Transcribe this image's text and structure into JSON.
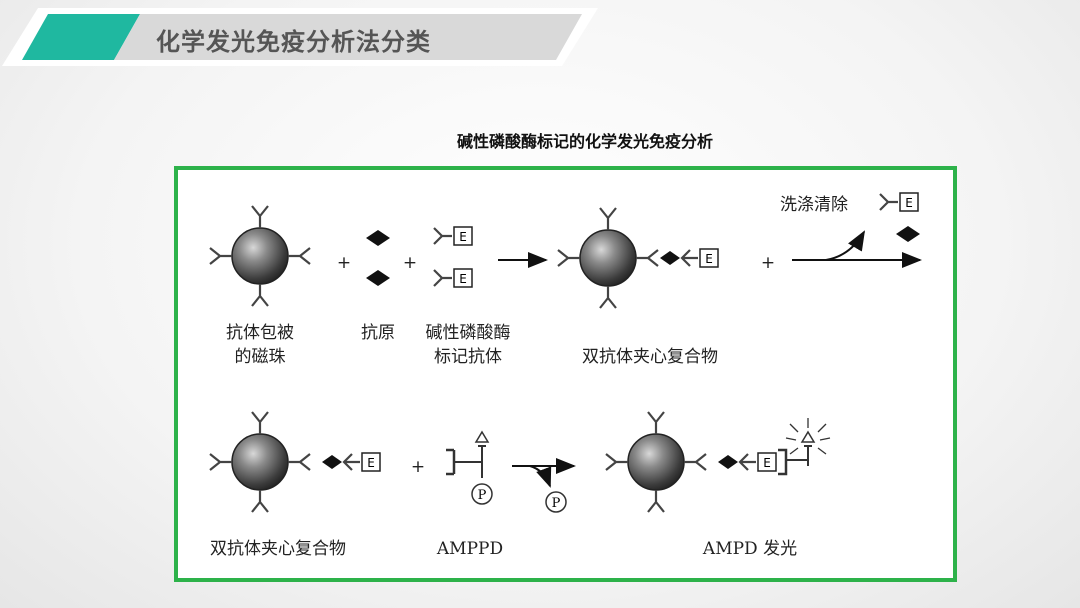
{
  "header": {
    "title": "化学发光免疫分析法分类",
    "accent_color": "#1fb8a0"
  },
  "diagram": {
    "caption": "碱性磷酸酶标记的化学发光免疫分析",
    "border_color": "#2db24a",
    "row1": {
      "bead_label_1": "抗体包被",
      "bead_label_2": "的磁珠",
      "antigen_label": "抗原",
      "enzyme_label_1": "碱性磷酸酶",
      "enzyme_label_2": "标记抗体",
      "complex_label": "双抗体夹心复合物",
      "wash_label": "洗涤清除",
      "plus_1": "+",
      "plus_2": "+",
      "plus_3": "+",
      "enzyme_tag": "E"
    },
    "row2": {
      "complex_label": "双抗体夹心复合物",
      "substrate_label": "AMPPD",
      "result_label": "AMPD 发光",
      "phosphate_symbol": "P",
      "plus": "+",
      "enzyme_tag": "E"
    }
  }
}
